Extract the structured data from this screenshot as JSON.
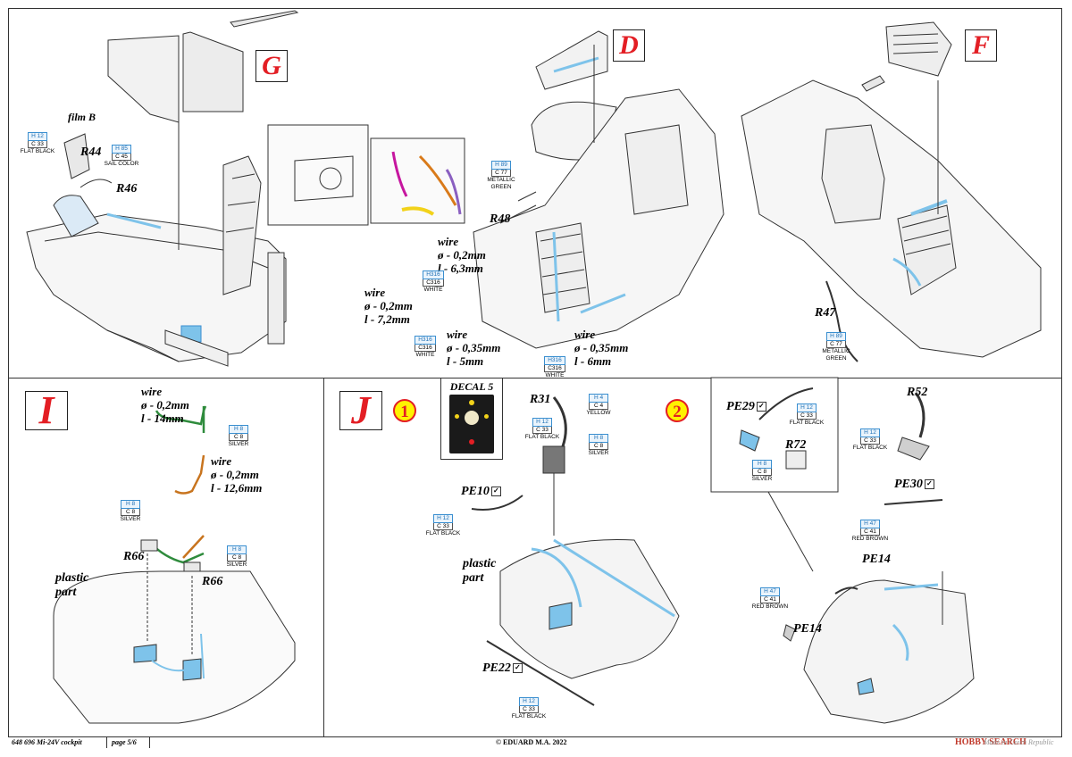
{
  "steps": {
    "G": "G",
    "D": "D",
    "F": "F",
    "I": "I",
    "J": "J"
  },
  "substeps": {
    "one": "1",
    "two": "2"
  },
  "parts": {
    "film_b": "film B",
    "r44": "R44",
    "r46": "R46",
    "r48": "R48",
    "r47": "R47",
    "r66a": "R66",
    "r66b": "R66",
    "r31": "R31",
    "r72": "R72",
    "r52": "R52",
    "pe10": "PE10",
    "pe22": "PE22",
    "pe29": "PE29",
    "pe30": "PE30",
    "pe14a": "PE14",
    "pe14b": "PE14",
    "plastic_part_1a": "plastic",
    "plastic_part_1b": "part",
    "plastic_part_2a": "plastic",
    "plastic_part_2b": "part",
    "decal": "DECAL 5"
  },
  "wires": {
    "d1": {
      "a": "wire",
      "b": "ø - 0,2mm",
      "c": "l - 6,3mm"
    },
    "d2": {
      "a": "wire",
      "b": "ø - 0,2mm",
      "c": "l - 7,2mm"
    },
    "d3": {
      "a": "wire",
      "b": "ø - 0,35mm",
      "c": "l - 5mm"
    },
    "d4": {
      "a": "wire",
      "b": "ø - 0,35mm",
      "c": "l - 6mm"
    },
    "i1": {
      "a": "wire",
      "b": "ø - 0,2mm",
      "c": "l - 14mm"
    },
    "i2": {
      "a": "wire",
      "b": "ø - 0,2mm",
      "c": "l - 12,6mm"
    }
  },
  "paints": {
    "g_h12": {
      "h": "H 12",
      "c": "C 33",
      "n": "FLAT BLACK"
    },
    "g_h85": {
      "h": "H 85",
      "c": "C 45",
      "n": "SAIL COLOR"
    },
    "d_h89": {
      "h": "H 89",
      "c": "C 77",
      "n": "METALLIC",
      "n2": "GREEN"
    },
    "d_h316a": {
      "h": "H316",
      "c": "C316",
      "n": "WHITE"
    },
    "d_h316b": {
      "h": "H316",
      "c": "C316",
      "n": "WHITE"
    },
    "d_h316c": {
      "h": "H316",
      "c": "C316",
      "n": "WHITE"
    },
    "f_h89": {
      "h": "H 89",
      "c": "C 77",
      "n": "METALLIC",
      "n2": "GREEN"
    },
    "i_h8a": {
      "h": "H 8",
      "c": "C 8",
      "n": "SILVER"
    },
    "i_h8b": {
      "h": "H 8",
      "c": "C 8",
      "n": "SILVER"
    },
    "i_h8c": {
      "h": "H 8",
      "c": "C 8",
      "n": "SILVER"
    },
    "j_h4": {
      "h": "H 4",
      "c": "C 4",
      "n": "YELLOW"
    },
    "j_h12a": {
      "h": "H 12",
      "c": "C 33",
      "n": "FLAT BLACK"
    },
    "j_h8": {
      "h": "H 8",
      "c": "C 8",
      "n": "SILVER"
    },
    "j_h12b": {
      "h": "H 12",
      "c": "C 33",
      "n": "FLAT BLACK"
    },
    "j_h12c": {
      "h": "H 12",
      "c": "C 33",
      "n": "FLAT BLACK"
    },
    "j2_h12a": {
      "h": "H 12",
      "c": "C 33",
      "n": "FLAT BLACK"
    },
    "j2_h8": {
      "h": "H 8",
      "c": "C 8",
      "n": "SILVER"
    },
    "j2_h12b": {
      "h": "H 12",
      "c": "C 33",
      "n": "FLAT BLACK"
    },
    "j2_h47a": {
      "h": "H 47",
      "c": "C 41",
      "n": "RED BROWN"
    },
    "j2_h47b": {
      "h": "H 47",
      "c": "C 41",
      "n": "RED BROWN"
    }
  },
  "footer": {
    "code": "648 696  Mi-24V cockpit",
    "page": "page 5/6",
    "copyright": "© EDUARD  M.A. 2022",
    "made": "Made in Czech Republic",
    "watermark": "HOBBY SEARCH"
  },
  "colors": {
    "step_red": "#e31e24",
    "paint_blue": "#3a8fd0",
    "highlight_blue": "#7ec3ea",
    "wire_green": "#2e8b3c",
    "wire_orange": "#c8741e"
  }
}
